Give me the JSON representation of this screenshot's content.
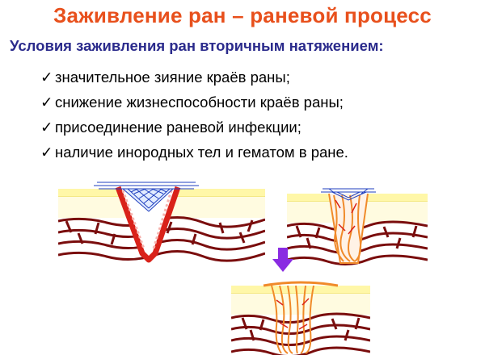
{
  "slide": {
    "title": "Заживление ран – раневой процесс",
    "subtitle": "Условия заживления ран вторичным натяжением:",
    "check_glyph": "✓",
    "conditions": [
      "значительное зияние краёв раны;",
      "снижение жизнеспособности краёв раны;",
      "присоединение раневой инфекции;",
      "наличие инородных тел и гематом в ране."
    ]
  },
  "icons": {
    "check": "check-mark-icon",
    "arrow": "arrow-down-icon"
  },
  "colors": {
    "title": "#e8501c",
    "subtitle": "#2b2b8c",
    "epidermis": "#fff7a8",
    "dermis": "#fffbe0",
    "muscle": "#7a0d0d",
    "wound_blood": "#d9221a",
    "scab": "#1f3fbf",
    "granulation": "#f08a2a",
    "arrow": "#8a2be2"
  }
}
